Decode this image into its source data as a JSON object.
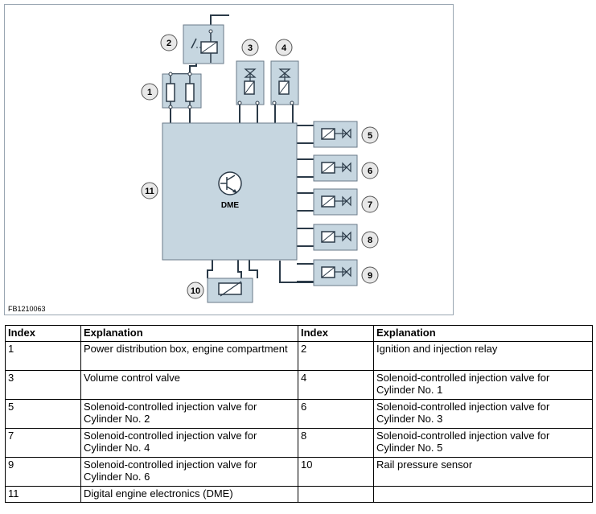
{
  "diagram": {
    "figure_code": "FB1210063",
    "control_unit_label": "DME",
    "callouts": [
      "1",
      "2",
      "3",
      "4",
      "5",
      "6",
      "7",
      "8",
      "9",
      "10",
      "11"
    ],
    "colors": {
      "box_fill": "#c6d6e0",
      "box_stroke": "#6a7a88",
      "line": "#2b3a48",
      "callout_fill": "#e8e8e8"
    }
  },
  "table": {
    "headers": [
      "Index",
      "Explanation",
      "Index",
      "Explanation"
    ],
    "rows": [
      [
        "1",
        "Power distribution box, engine compartment",
        "2",
        "Ignition and injection relay"
      ],
      [
        "3",
        "Volume control valve",
        "4",
        "Solenoid-controlled injection valve for Cylinder No. 1"
      ],
      [
        "5",
        "Solenoid-controlled injection valve for Cylinder No. 2",
        "6",
        "Solenoid-controlled injection valve for Cylinder No. 3"
      ],
      [
        "7",
        "Solenoid-controlled injection valve for Cylinder No. 4",
        "8",
        "Solenoid-controlled injection valve for Cylinder No. 5"
      ],
      [
        "9",
        "Solenoid-controlled injection valve for Cylinder No. 6",
        "10",
        "Rail pressure sensor"
      ],
      [
        "11",
        "Digital engine electronics (DME)",
        "",
        ""
      ]
    ]
  }
}
